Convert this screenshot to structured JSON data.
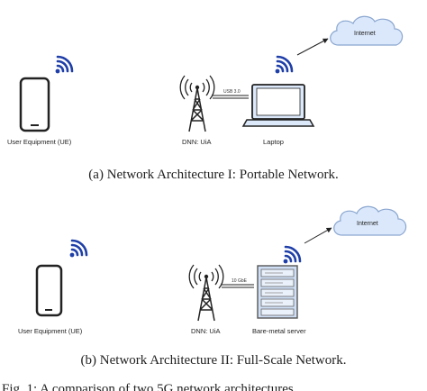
{
  "panel_a": {
    "ue_label": "User Equipment (UE)",
    "dnn_label": "DNN: UiA",
    "link_label": "USB 3.0",
    "laptop_label": "Laptop",
    "internet_label": "Internet",
    "caption": "(a) Network Architecture I: Portable Network."
  },
  "panel_b": {
    "ue_label": "User Equipment (UE)",
    "dnn_label": "DNN: UiA",
    "link_label": "10 GbE",
    "server_label": "Bare-metal server",
    "internet_label": "Internet",
    "caption": "(b) Network Architecture II: Full-Scale Network."
  },
  "figure_caption": "Fig. 1: A comparison of two 5G network architectures",
  "colors": {
    "wifi": "#1f3fa8",
    "cloud_fill": "#dbe8fb",
    "cloud_stroke": "#8aa6cf",
    "laptop_fill": "#dce9fb",
    "server_fill": "#cfdff5",
    "line": "#222222"
  }
}
